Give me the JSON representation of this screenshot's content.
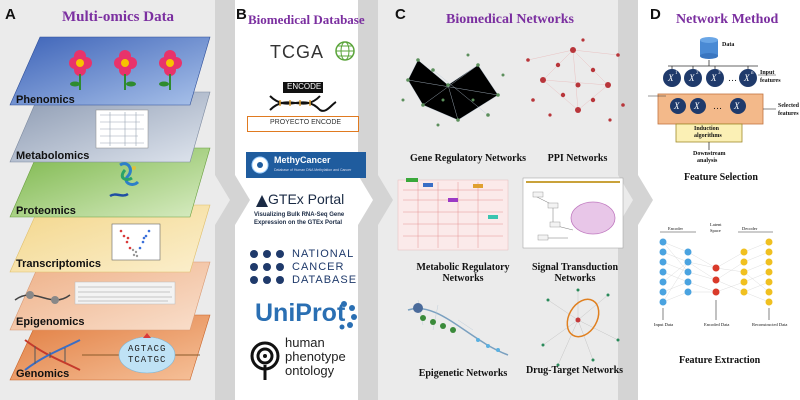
{
  "panels": {
    "a": {
      "letter": "A",
      "title": "Multi-omics Data"
    },
    "b": {
      "letter": "B",
      "title": "Biomedical Database"
    },
    "c": {
      "letter": "C",
      "title": "Biomedical Networks"
    },
    "d": {
      "letter": "D",
      "title": "Network Method"
    }
  },
  "layers": [
    "Phenomics",
    "Metabolomics",
    "Proteomics",
    "Transcriptomics",
    "Epigenomics",
    "Genomics"
  ],
  "dna_seq": {
    "top": "AGTACG",
    "bottom": "TCATGC"
  },
  "databases": {
    "tcga": "TCGA",
    "encode": "ENCODE",
    "encode_sub": "PROYECTO ENCODE",
    "methycancer": "MethyCancer",
    "methycancer_sub": "Database of Human DNA Methylation and Cancer",
    "gtex": "GTEx Portal",
    "gtex_sub1": "Visualizing Bulk RNA-Seq Gene",
    "gtex_sub2": "Expression on the GTEx Portal",
    "ncdb1": "NATIONAL",
    "ncdb2": "CANCER",
    "ncdb3": "DATABASE",
    "uniprot": "UniProt",
    "hpo1": "human",
    "hpo2": "phenotype",
    "hpo3": "ontology"
  },
  "networks": {
    "grn": "Gene Regulatory Networks",
    "ppi": "PPI   Networks",
    "metabolic1": "Metabolic Regulatory",
    "metabolic2": "Networks",
    "signal1": "Signal Transduction",
    "signal2": "Networks",
    "epigenetic": "Epigenetic Networks",
    "drug": "Drug-Target Networks"
  },
  "method": {
    "data": "Data",
    "input1": "Input",
    "input2": "features",
    "selected1": "Selected",
    "selected2": "features",
    "induction1": "Induction",
    "induction2": "algorithms",
    "downstream1": "Downstream",
    "downstream2": "analysis",
    "fs_title": "Feature Selection",
    "encoder": "Encoder",
    "latent1": "Latent",
    "latent2": "Space",
    "decoder": "Decoder",
    "input_data": "Input Data",
    "encoded": "Encoded Data",
    "reconstructed": "Reconstructed Data",
    "fe_title": "Feature Extraction",
    "x_vars": [
      "X",
      "X",
      "X",
      "X"
    ],
    "x_sup": [
      "1",
      "2",
      "3",
      "n"
    ]
  }
}
